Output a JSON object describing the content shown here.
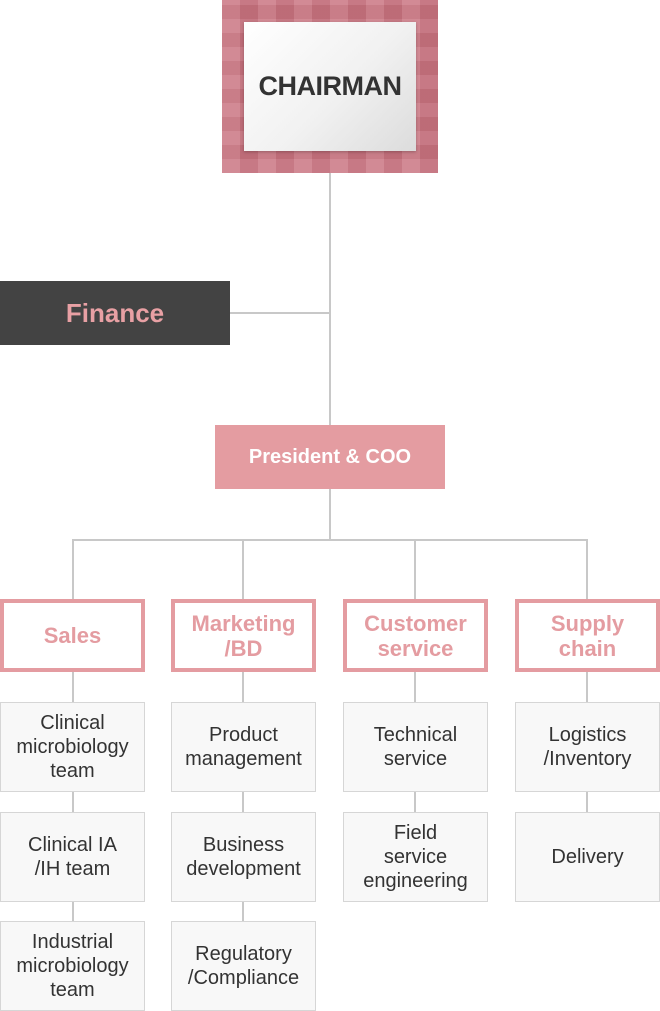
{
  "chairman": "CHAIRMAN",
  "finance": "Finance",
  "president": "President & COO",
  "departments": [
    {
      "title": "Sales",
      "units": [
        "Clinical\nmicrobiology\nteam",
        "Clinical IA\n/IH  team",
        "Industrial\nmicrobiology\nteam"
      ]
    },
    {
      "title": "Marketing\n/BD",
      "units": [
        "Product\nmanagement",
        "Business\ndevelopment",
        "Regulatory\n/Compliance"
      ]
    },
    {
      "title": "Customer\nservice",
      "units": [
        "Technical\nservice",
        "Field\nservice\nengineering"
      ]
    },
    {
      "title": "Supply\nchain",
      "units": [
        "Logistics\n/Inventory",
        "Delivery"
      ]
    }
  ],
  "colors": {
    "accent": "#e49ca1",
    "chairman_frame": "#c9727f",
    "finance_bg": "#434343",
    "line": "#c8c8c8"
  }
}
